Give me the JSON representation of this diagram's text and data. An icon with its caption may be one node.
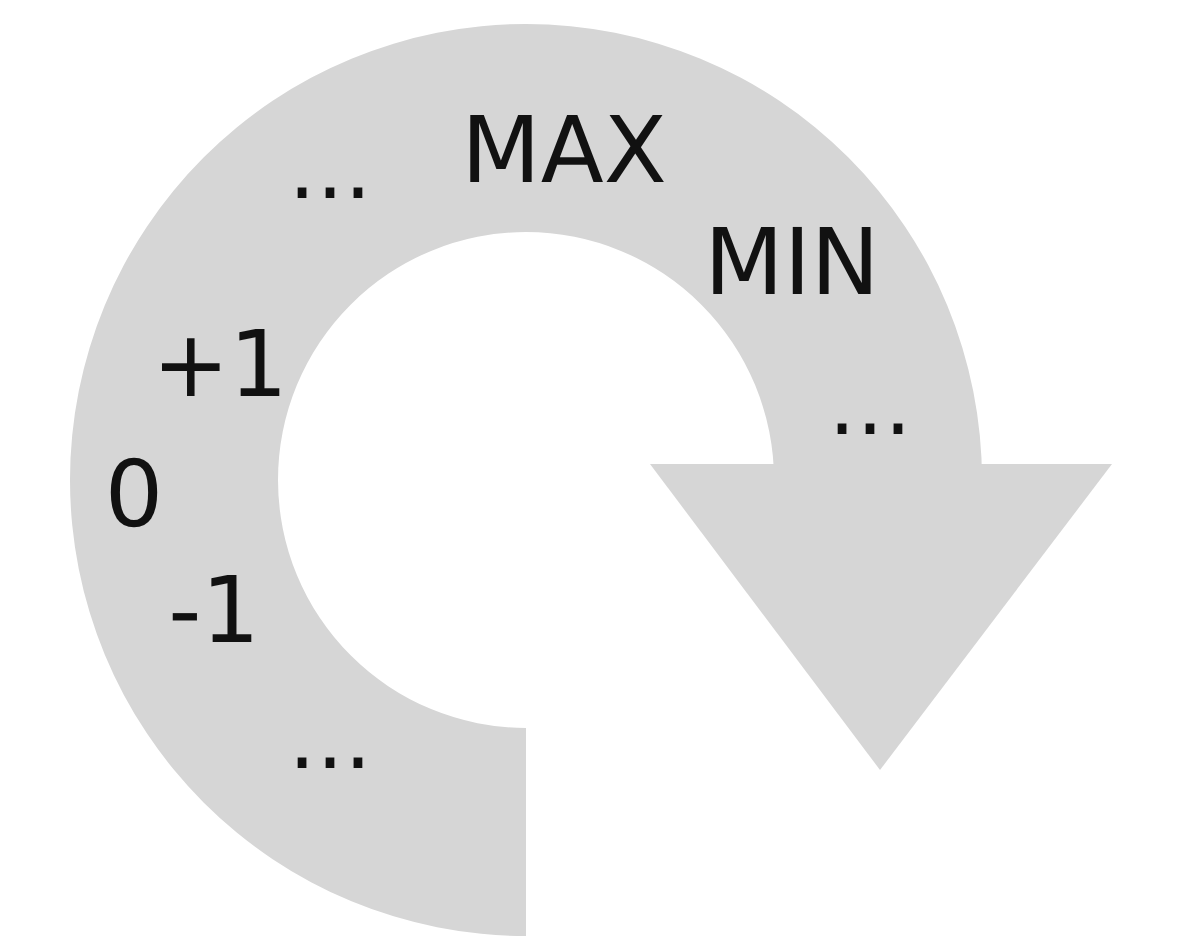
{
  "diagram": {
    "labels": [
      "…",
      "MAX",
      "MIN",
      "+1",
      "…",
      "0",
      "-1",
      "…"
    ]
  }
}
